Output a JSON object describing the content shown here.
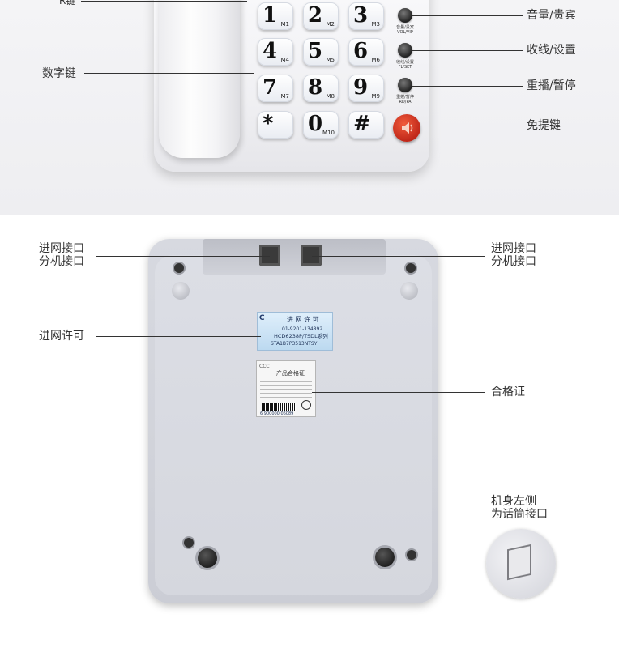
{
  "top": {
    "partial_label": "R键",
    "keypad": [
      {
        "digit": "1",
        "sub": "M1"
      },
      {
        "digit": "2",
        "sub": "M2"
      },
      {
        "digit": "3",
        "sub": "M3"
      },
      {
        "digit": "4",
        "sub": "M4"
      },
      {
        "digit": "5",
        "sub": "M5"
      },
      {
        "digit": "6",
        "sub": "M6"
      },
      {
        "digit": "7",
        "sub": "M7"
      },
      {
        "digit": "8",
        "sub": "M8"
      },
      {
        "digit": "9",
        "sub": "M9"
      },
      {
        "digit": "*",
        "sub": ""
      },
      {
        "digit": "0",
        "sub": "M10"
      },
      {
        "digit": "#",
        "sub": ""
      }
    ],
    "side_buttons": [
      {
        "label_cn": "音量/贵宾",
        "label_en": "VOL/VIP"
      },
      {
        "label_cn": "收线/设置",
        "label_en": "FL/SET"
      },
      {
        "label_cn": "重拨/暂停",
        "label_en": "RD/PA"
      }
    ],
    "callouts": {
      "digits": "数字键",
      "volume": "音量/贵宾",
      "hangup": "收线/设置",
      "redial": "重播/暂停",
      "handsfree": "免提键"
    }
  },
  "bottom": {
    "callouts": {
      "jack_left_1": "进网接口",
      "jack_left_2": "分机接口",
      "jack_right_1": "进网接口",
      "jack_right_2": "分机接口",
      "license": "进网许可",
      "certificate": "合格证",
      "side_1": "机身左侧",
      "side_2": "为话筒接口"
    },
    "license_sticker": {
      "title": "进 网 许 可",
      "number": "01-9201-134892",
      "model": "HCD6238P/TSDL系列",
      "code": "STA1B7P3513NTSY"
    },
    "certificate_sticker": {
      "title": "产品合格证",
      "barcode": "6 900000 06089"
    }
  }
}
